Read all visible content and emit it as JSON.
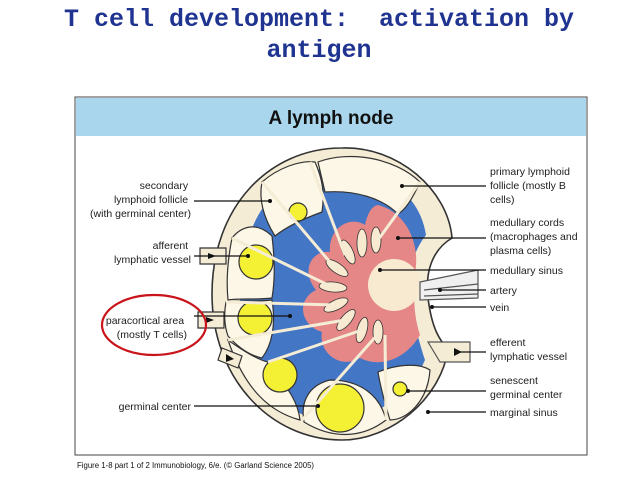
{
  "title": {
    "line1": "T cell development:  activation by",
    "line2": "antigen"
  },
  "figure": {
    "header": "A lymph node",
    "caption": "Figure 1-8 part 1 of 2  Immunobiology, 6/e. (© Garland Science 2005)",
    "labels_left": {
      "secondary_follicle": [
        "secondary",
        "lymphoid follicle",
        "(with germinal center)"
      ],
      "afferent": [
        "afferent",
        "lymphatic vessel"
      ],
      "paracortical": [
        "paracortical area",
        "(mostly T cells)"
      ],
      "germinal_center": [
        "germinal center"
      ]
    },
    "labels_right": {
      "primary_follicle": [
        "primary lymphoid",
        "follicle (mostly B",
        "cells)"
      ],
      "medullary_cords": [
        "medullary cords",
        "(macrophages and",
        "plasma cells)"
      ],
      "medullary_sinus": [
        "medullary sinus"
      ],
      "artery": [
        "artery"
      ],
      "vein": [
        "vein"
      ],
      "efferent": [
        "efferent",
        "lymphatic vessel"
      ],
      "senescent": [
        "senescent",
        "germinal center"
      ],
      "marginal_sinus": [
        "marginal sinus"
      ]
    },
    "colors": {
      "title_text": "#1f3391",
      "header_bg": "#a9d6ec",
      "capsule": "#f5ecd6",
      "follicle": "#fcf7e6",
      "paracortex": "#4476c6",
      "medulla": "#e58787",
      "germinal_center": "#f4f034",
      "highlight_circle": "#c8141a"
    }
  }
}
